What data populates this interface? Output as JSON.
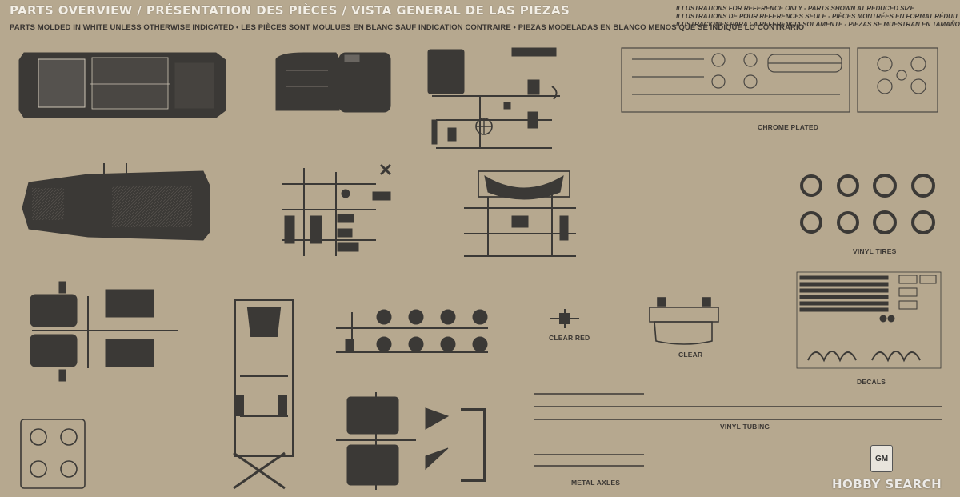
{
  "header": {
    "title": "PARTS OVERVIEW / PRÉSENTATION DES PIÈCES / VISTA GENERAL DE LAS PIEZAS",
    "subtitle": "PARTS MOLDED IN WHITE UNLESS OTHERWISE INDICATED • LES PIÈCES SONT MOULUES EN BLANC SAUF INDICATION CONTRAIRE • PIEZAS MODELADAS EN BLANCO MENOS QUE SE INDIQUE LO CONTRARIO"
  },
  "notes": {
    "line1": "ILLUSTRATIONS FOR REFERENCE ONLY - PARTS SHOWN AT REDUCED SIZE",
    "line2": "ILLUSTRATIONS DE POUR REFERENCES SEULE - PIÈCES MONTRÉES EN FORMAT RÉDUIT",
    "line3": "ILUSTRACIONES PARA LA REFERENCIA SOLAMENTE - PIEZAS SE MUESTRAN EN TAMAÑO REDUCIDO"
  },
  "labels": {
    "chrome": "CHROME PLATED",
    "tires": "VINYL TIRES",
    "clear_red": "CLEAR RED",
    "clear": "CLEAR",
    "decals": "DECALS",
    "tubing": "VINYL TUBING",
    "axles": "METAL AXLES"
  },
  "badge": {
    "text": "GM"
  },
  "watermark": {
    "text": "HOBBY SEARCH"
  },
  "colors": {
    "cardboard": "#b6a88f",
    "ink": "#3b3936",
    "header_text": "#f3efe6"
  }
}
